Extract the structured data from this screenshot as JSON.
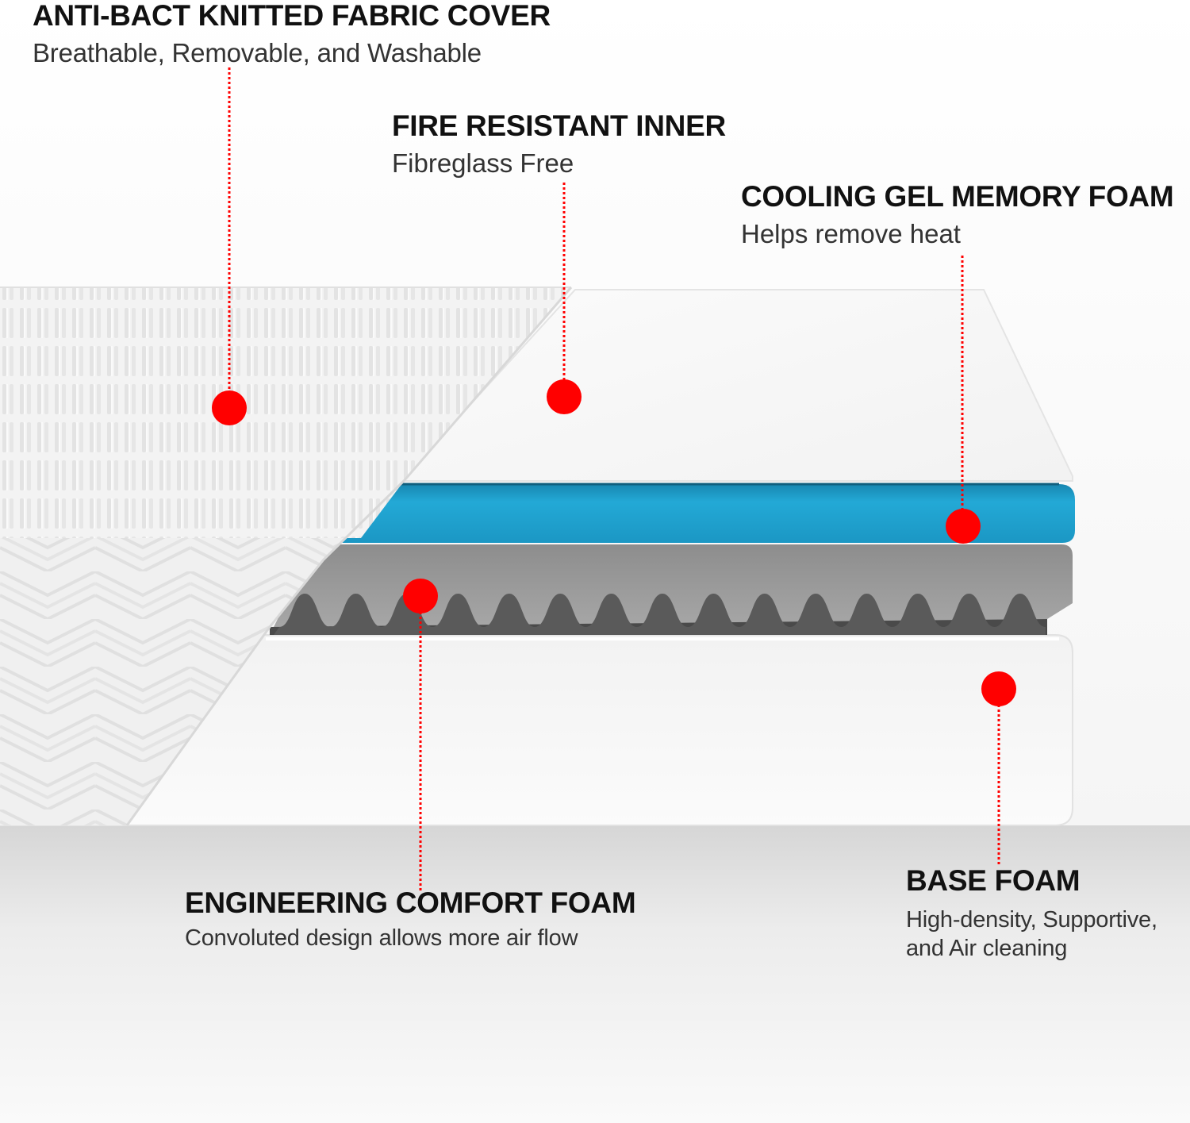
{
  "layers": [
    {
      "id": "cover",
      "title": "ANTI-BACT KNITTED FABRIC COVER",
      "subtitle": "Breathable, Removable, and Washable"
    },
    {
      "id": "inner",
      "title": "FIRE RESISTANT INNER",
      "subtitle": "Fibreglass Free"
    },
    {
      "id": "gel",
      "title": "COOLING GEL MEMORY FOAM",
      "subtitle": "Helps remove heat"
    },
    {
      "id": "comfort",
      "title": "ENGINEERING COMFORT FOAM",
      "subtitle": "Convoluted design allows more air flow"
    },
    {
      "id": "base",
      "title": "BASE FOAM",
      "subtitle_line1": "High-density, Supportive,",
      "subtitle_line2": "and Air cleaning"
    }
  ],
  "colors": {
    "marker": "#ff0000",
    "gel_layer": "#1aa3cf",
    "comfort_layer": "#9a9a9a",
    "cover": "#f4f4f4"
  }
}
